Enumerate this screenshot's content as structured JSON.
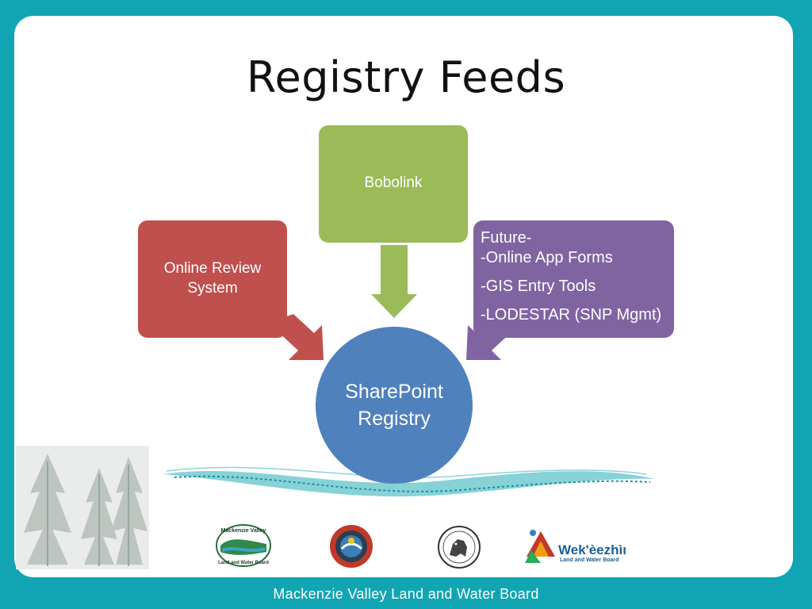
{
  "slide": {
    "title": "Registry Feeds",
    "footer": "Mackenzie Valley Land and Water Board"
  },
  "diagram": {
    "bobolink": "Bobolink",
    "online_review": {
      "line1": "Online Review",
      "line2": "System"
    },
    "future": {
      "heading": "Future-",
      "items": [
        "-Online App Forms",
        "-GIS Entry Tools",
        "-LODESTAR (SNP Mgmt)"
      ]
    },
    "center": {
      "line1": "SharePoint",
      "line2": "Registry"
    }
  },
  "logos": {
    "mvlwb": "Mackenzie Valley Land and Water Board",
    "wekeezhii_name": "Wek'èezhìı",
    "wekeezhii_sub": "Land and Water Board"
  },
  "colors": {
    "frame": "#11a5b3",
    "green": "#9bbb59",
    "red": "#c0504d",
    "purple": "#8064a2",
    "blue": "#4f81bd"
  }
}
